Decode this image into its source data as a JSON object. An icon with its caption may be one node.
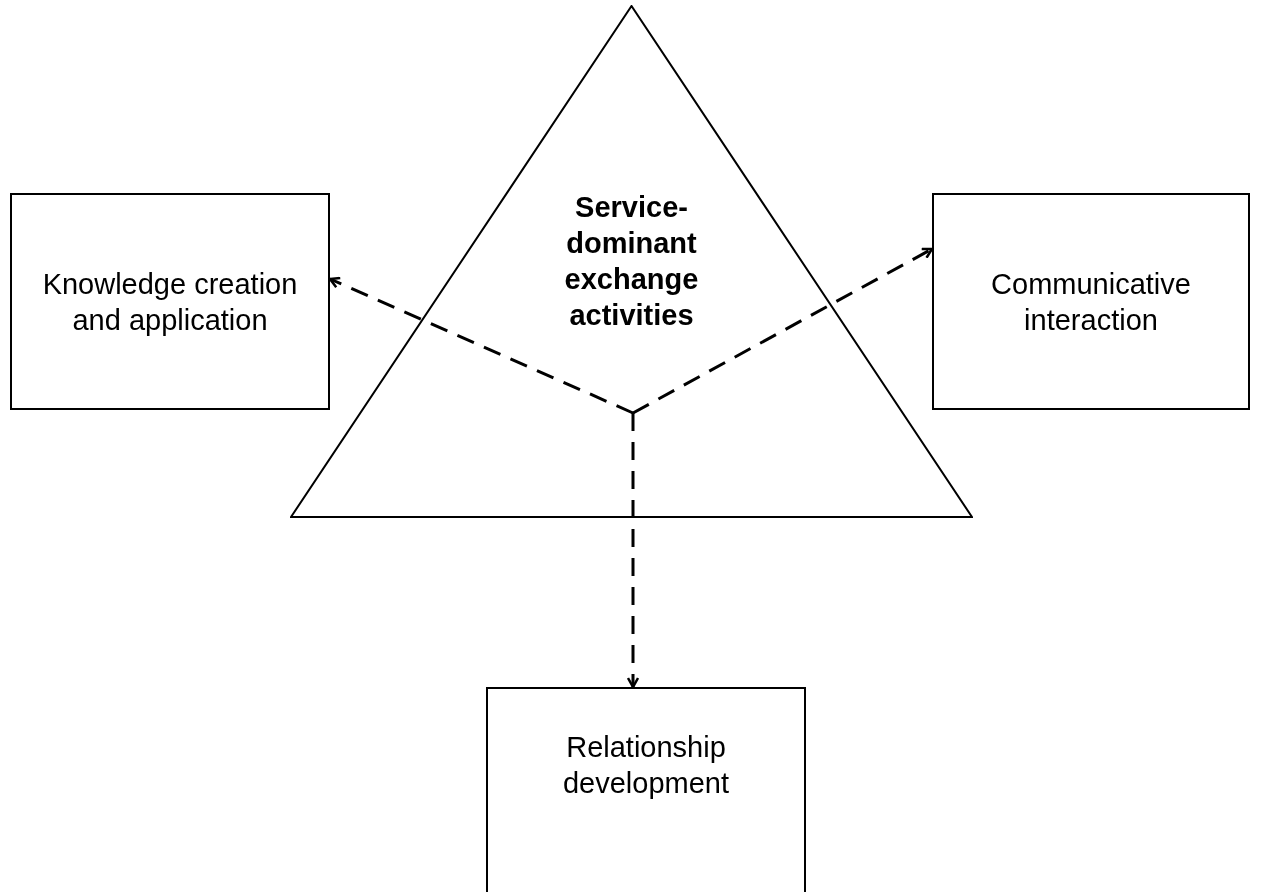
{
  "diagram": {
    "nodes": [
      {
        "text": [
          "Service-dominant exchange activities"
        ]
      },
      {
        "text": [
          "Knowledge creation and application"
        ]
      },
      {
        "text": [
          "Communicative interaction"
        ]
      },
      {
        "text": [
          "Relationship development"
        ]
      }
    ],
    "edges": [
      {
        "from": 0,
        "to": 1,
        "arrow": "to",
        "style": "dashed"
      },
      {
        "from": 0,
        "to": 2,
        "arrow": "to",
        "style": "dashed"
      },
      {
        "from": 0,
        "to": 3,
        "arrow": "to",
        "style": "dashed"
      }
    ]
  }
}
